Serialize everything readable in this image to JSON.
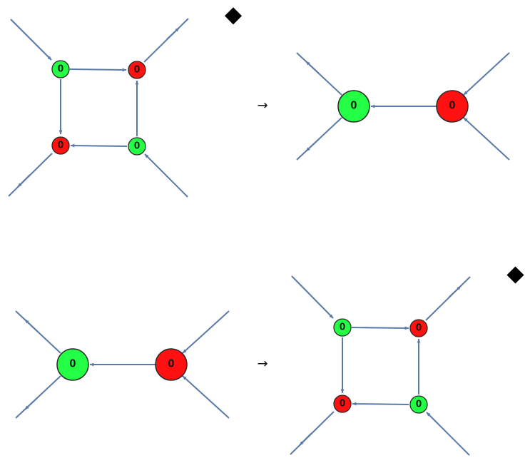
{
  "colors": {
    "green_node": "#22ff44",
    "red_node": "#ff1111",
    "node_stroke": "#2a2a2a",
    "edge": "#5a7aa8",
    "marker": "#000000"
  },
  "rules": [
    {
      "lhs": "square",
      "rhs": "pair",
      "arrow": "→",
      "marker_icon": "diamond-icon",
      "square_nodes": [
        "0",
        "0",
        "0",
        "0"
      ],
      "pair_nodes": [
        "0",
        "0"
      ]
    },
    {
      "lhs": "pair",
      "rhs": "square",
      "arrow": "→",
      "marker_icon": "diamond-icon",
      "square_nodes": [
        "0",
        "0",
        "0",
        "0"
      ],
      "pair_nodes": [
        "0",
        "0"
      ]
    }
  ]
}
